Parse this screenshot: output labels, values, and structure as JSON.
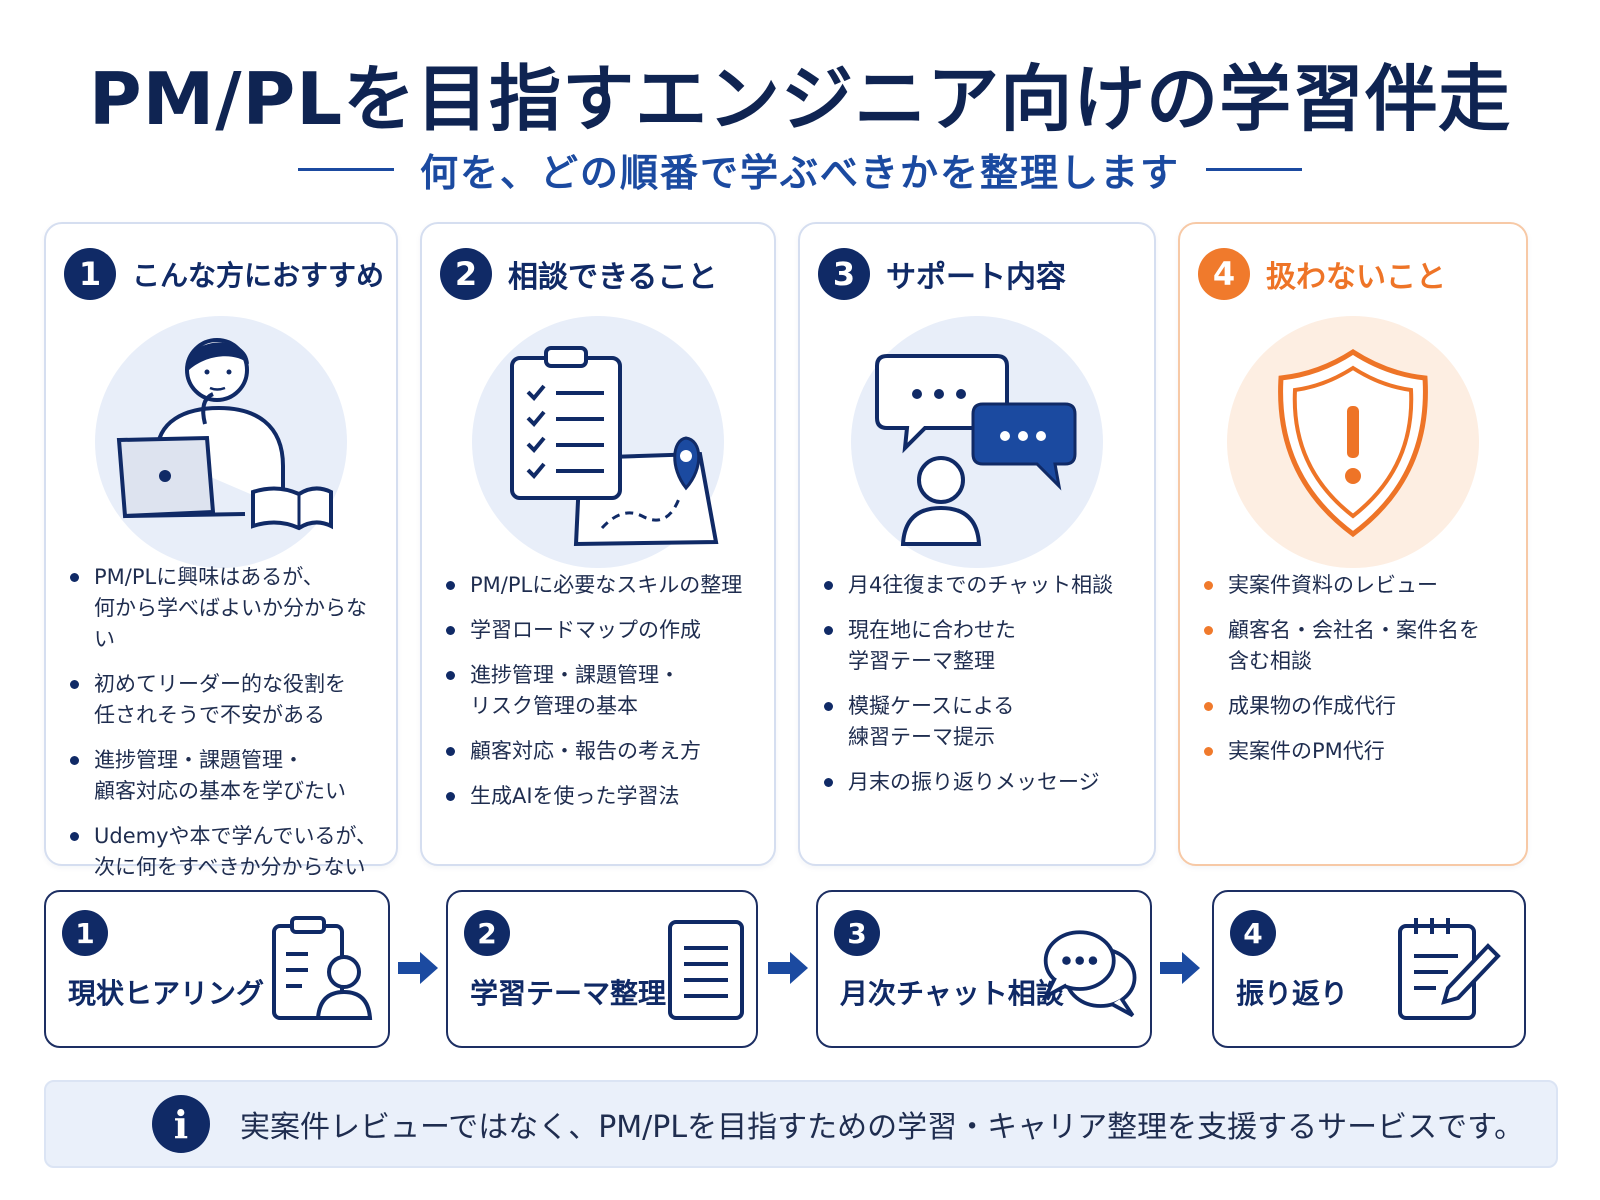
{
  "title": "PM/PLを目指すエンジニア向けの学習伴走",
  "subtitle": "何を、どの順番で学ぶべきかを整理します",
  "colors": {
    "navy": "#102a66",
    "accent_blue": "#1b4aa0",
    "orange": "#f07a2c",
    "light_blue": "#e8eef9",
    "light_orange": "#fdeee2"
  },
  "cards": [
    {
      "number": "1",
      "title": "こんな方におすすめ",
      "icon": "person-laptop-icon",
      "items": [
        "PM/PLに興味はあるが、\n何から学べばよいか分からない",
        "初めてリーダー的な役割を\n任されそうで不安がある",
        "進捗管理・課題管理・\n顧客対応の基本を学びたい",
        "Udemyや本で学んでいるが、\n次に何をすべきか分からない"
      ]
    },
    {
      "number": "2",
      "title": "相談できること",
      "icon": "checklist-roadmap-icon",
      "items": [
        "PM/PLに必要なスキルの整理",
        "学習ロードマップの作成",
        "進捗管理・課題管理・\nリスク管理の基本",
        "顧客対応・報告の考え方",
        "生成AIを使った学習法"
      ]
    },
    {
      "number": "3",
      "title": "サポート内容",
      "icon": "chat-bubbles-person-icon",
      "items": [
        "月4往復までのチャット相談",
        "現在地に合わせた\n学習テーマ整理",
        "模擬ケースによる\n練習テーマ提示",
        "月末の振り返りメッセージ"
      ]
    },
    {
      "number": "4",
      "title": "扱わないこと",
      "icon": "warning-shield-icon",
      "items": [
        "実案件資料のレビュー",
        "顧客名・会社名・案件名を\n含む相談",
        "成果物の作成代行",
        "実案件のPM代行"
      ]
    }
  ],
  "steps": [
    {
      "number": "1",
      "label": "現状ヒアリング",
      "icon": "clipboard-person-icon"
    },
    {
      "number": "2",
      "label": "学習テーマ整理",
      "icon": "document-icon"
    },
    {
      "number": "3",
      "label": "月次チャット相談",
      "icon": "chat-icon"
    },
    {
      "number": "4",
      "label": "振り返り",
      "icon": "note-pencil-icon"
    }
  ],
  "info": {
    "icon": "info-icon",
    "icon_glyph": "i",
    "text": "実案件レビューではなく、PM/PLを目指すための学習・キャリア整理を支援するサービスです。"
  }
}
